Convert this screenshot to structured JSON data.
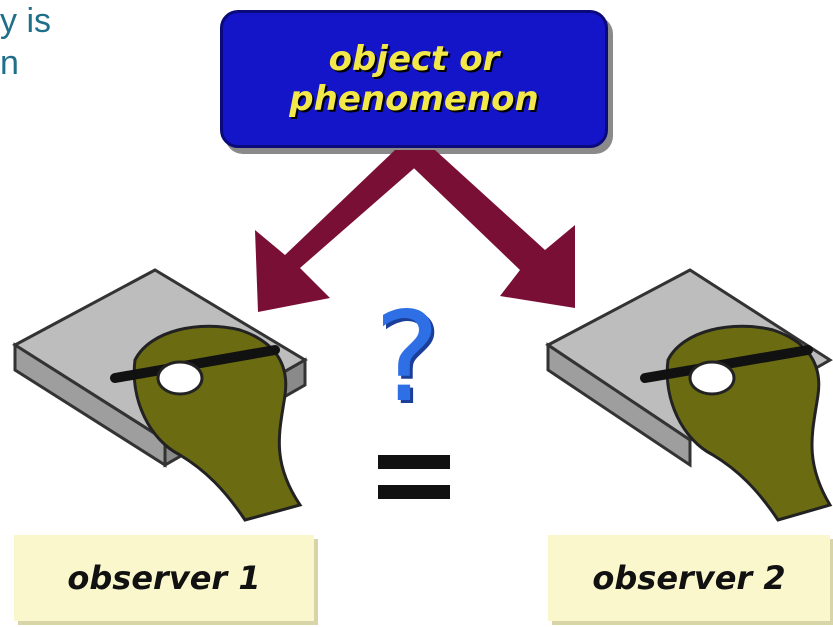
{
  "corner_text": "y is\nn",
  "object_box": {
    "label": "object or phenomenon"
  },
  "question_mark": "?",
  "observers": [
    {
      "label": "observer 1"
    },
    {
      "label": "observer 2"
    }
  ],
  "colors": {
    "box_fill": "#1414c8",
    "box_text": "#f2e84a",
    "arrow": "#7a0f36",
    "question": "#2f6fe6",
    "hand": "#6b6b12",
    "pad": "#bdbdbd",
    "label_bg": "#fbf7cc",
    "corner_text": "#1f6f8b"
  }
}
